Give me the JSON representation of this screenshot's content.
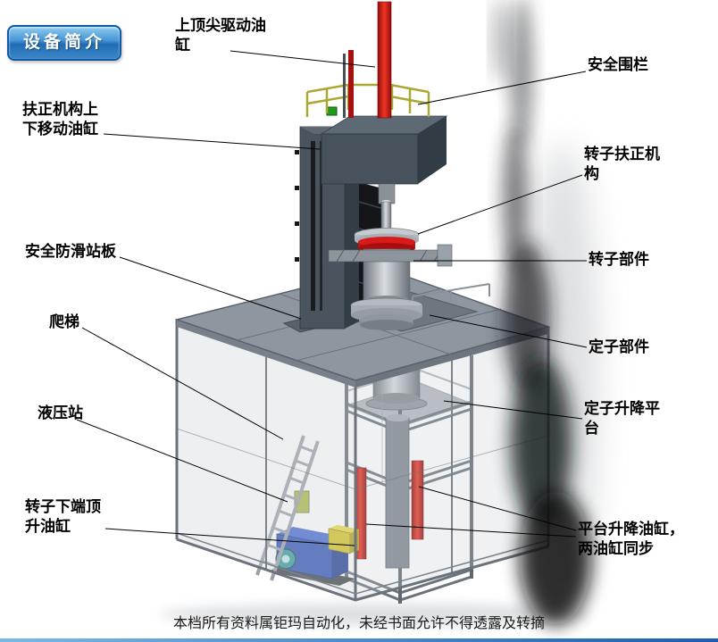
{
  "badge": {
    "label": "设备简介"
  },
  "labels": {
    "top_cylinder": "上顶尖驱动油缸",
    "safety_fence": "安全围栏",
    "centering_lift_cylinder": "扶正机构上下移动油缸",
    "rotor_centering_mechanism": "转子扶正机构",
    "antislip_plate": "安全防滑站板",
    "rotor_component": "转子部件",
    "ladder": "爬梯",
    "stator_component": "定子部件",
    "hydraulic_station": "液压站",
    "stator_lift_platform": "定子升降平台",
    "rotor_bottom_jack_cylinder": "转子下端顶升油缸",
    "platform_lift_cylinders": "平台升降油缸，两油缸同步"
  },
  "footer": {
    "watermark": "本档所有资料属钜玛自动化，未经书面允许不得透露及转摘"
  },
  "colors": {
    "badge_blue": "#2f7dc6",
    "cylinder_red": "#cf1717",
    "railing_yellow": "#b0b335",
    "hydraulic_blue": "#2a50b4",
    "frame_gray": "#49545e",
    "accent_bar_blue": "#2f7dc6"
  }
}
